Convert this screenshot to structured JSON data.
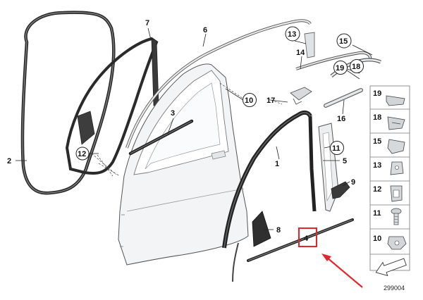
{
  "callouts": {
    "c1": "1",
    "c2": "2",
    "c3": "3",
    "c4": "4",
    "c5": "5",
    "c6": "6",
    "c7": "7",
    "c8": "8",
    "c9": "9",
    "c10": "10",
    "c11": "11",
    "c12": "12",
    "c13": "13",
    "c14": "14",
    "c15": "15",
    "c16": "16",
    "c17": "17",
    "c18": "18",
    "c19": "19"
  },
  "side_panel": {
    "items": [
      "19",
      "18",
      "15",
      "13",
      "12",
      "11",
      "10"
    ]
  },
  "catalog_number": "299004",
  "colors": {
    "highlight_box": "#e3262b",
    "arrow": "#e3262b",
    "part_outline": "#333333",
    "door_fill": "#f2f4f6"
  },
  "icons": [
    "arrow-icon",
    "clip-icon",
    "screw-icon",
    "nut-icon"
  ]
}
